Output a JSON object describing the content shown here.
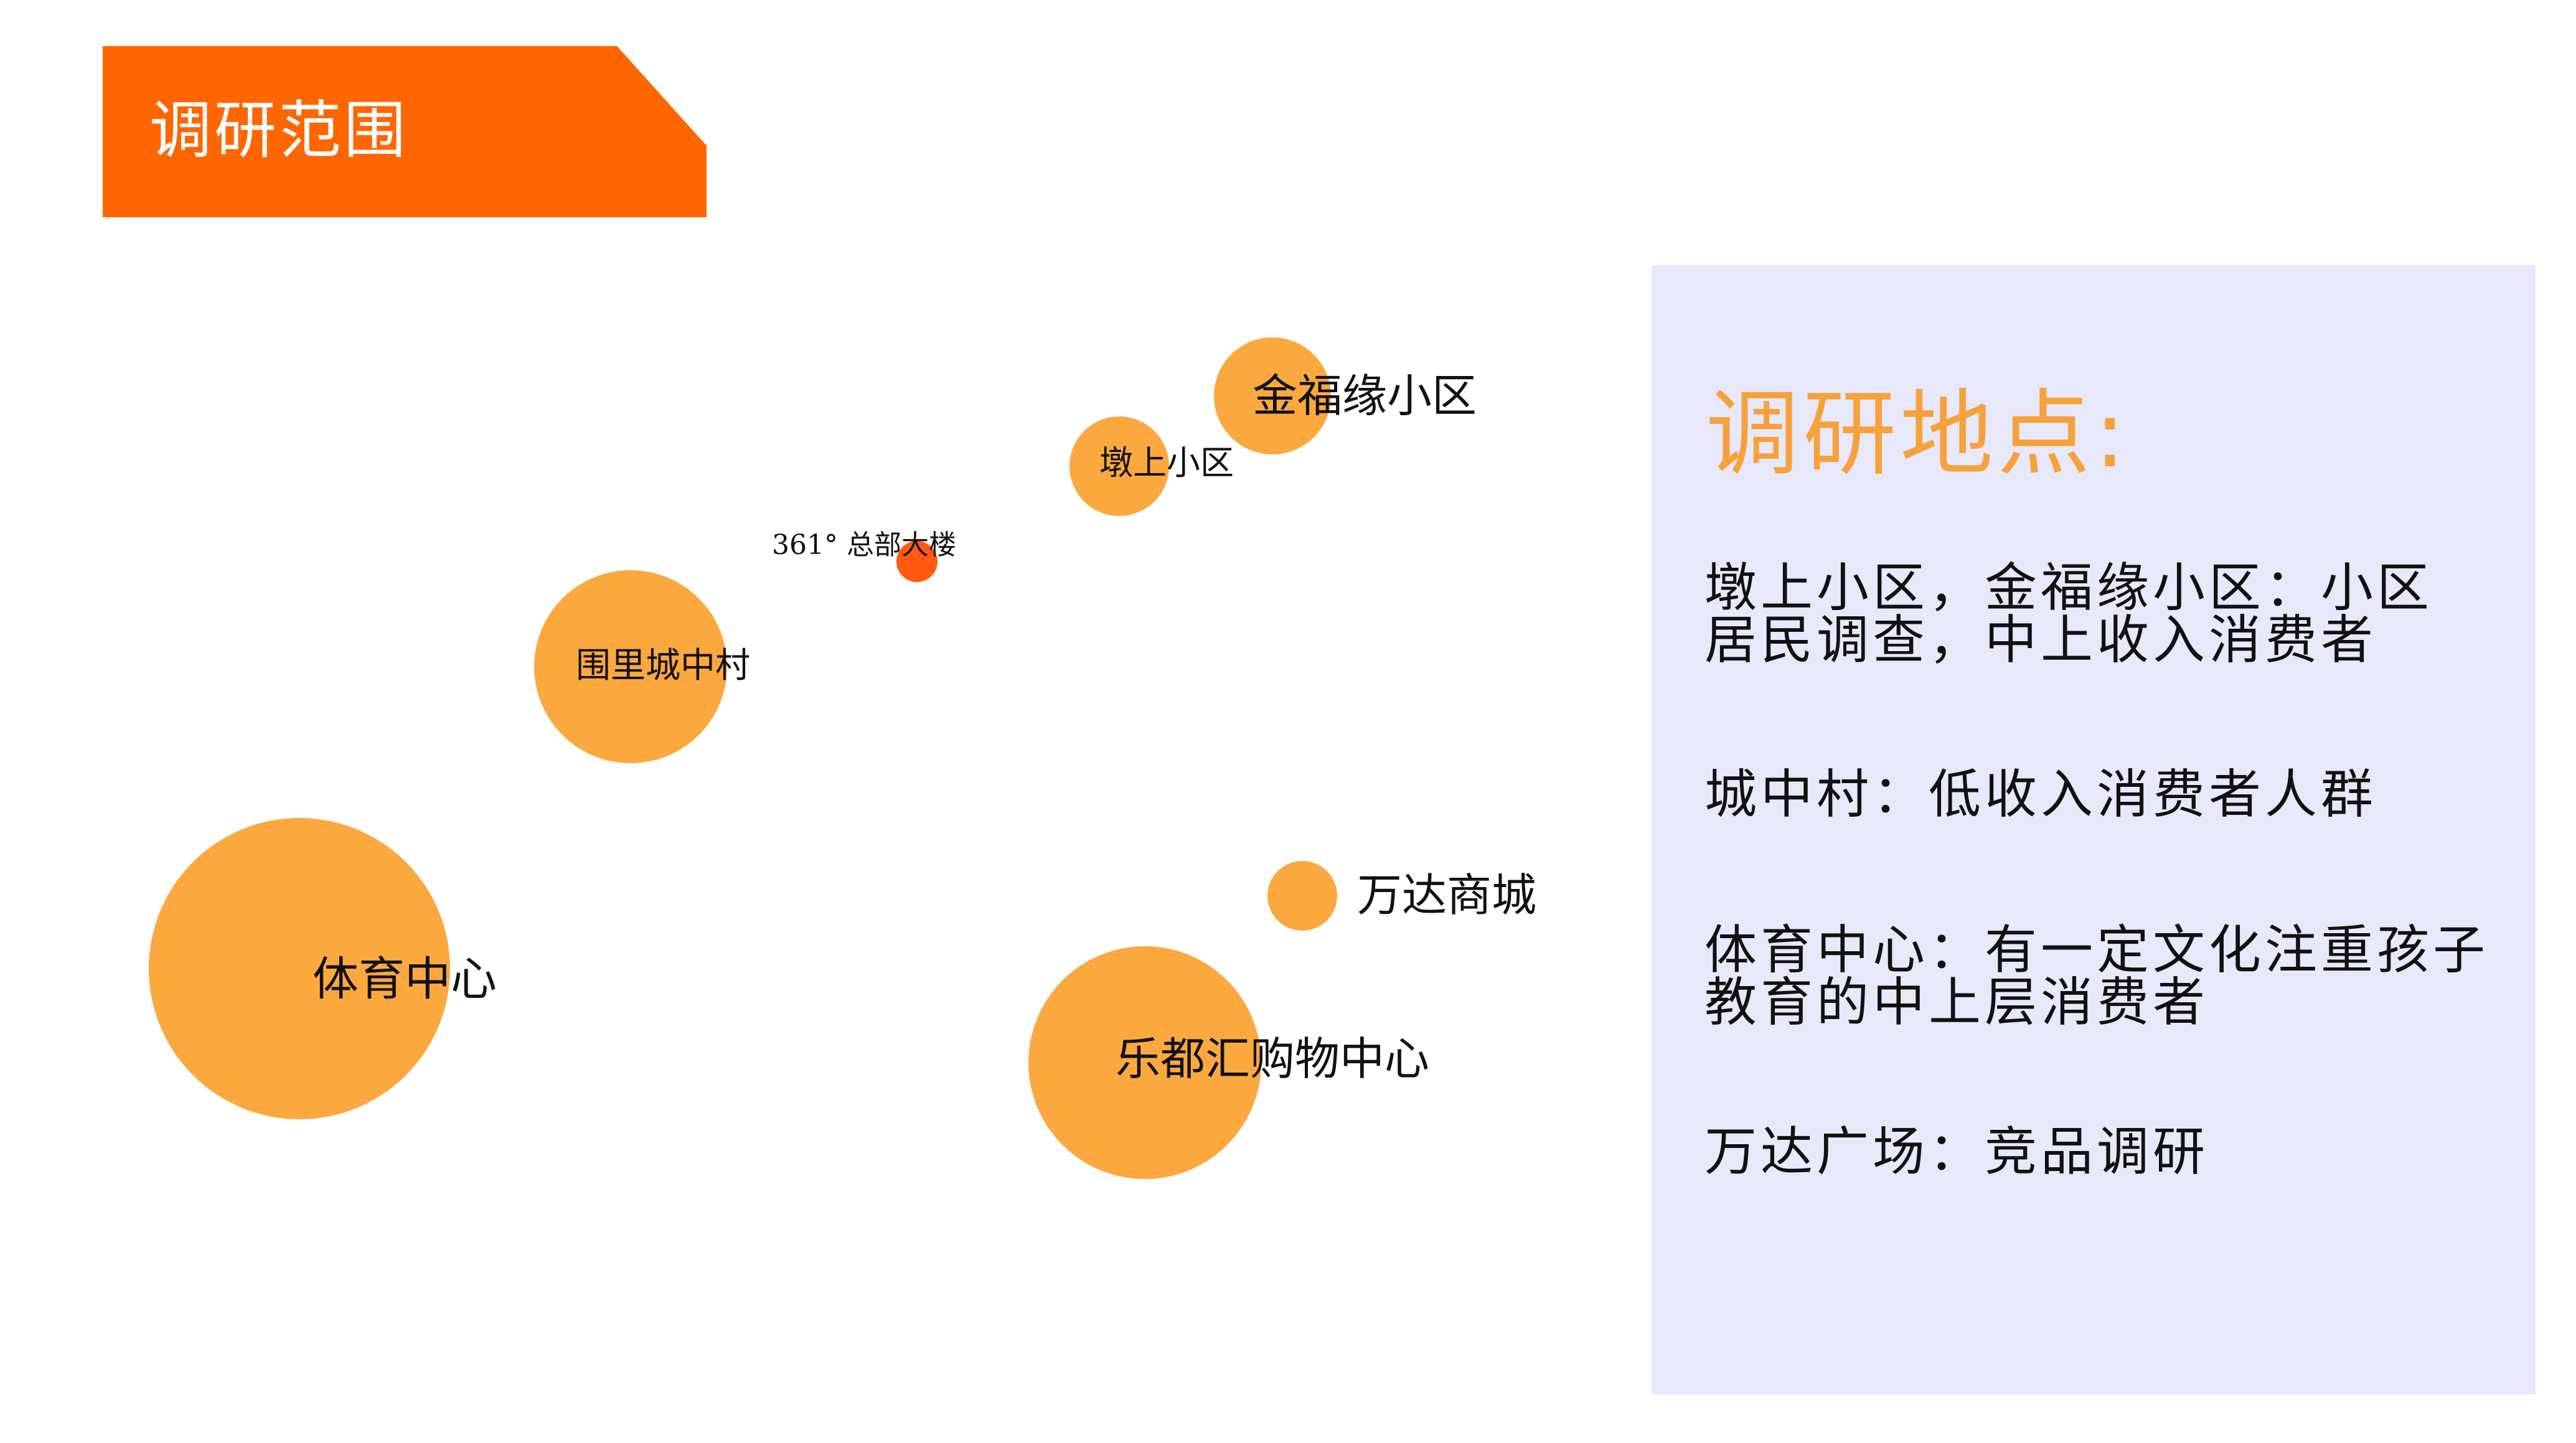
{
  "header": {
    "title": "调研范围"
  },
  "colors": {
    "banner": "#FF6600",
    "bubble": "#FBA83F",
    "hq": "#FF5A10",
    "panel": "#E8E8FB",
    "heading": "#F7A13B"
  },
  "map": {
    "locations": [
      {
        "label": "金福缘小区"
      },
      {
        "label": "墩上小区"
      },
      {
        "label": "361° 总部大楼"
      },
      {
        "label": "围里城中村"
      },
      {
        "label": "万达商城"
      },
      {
        "label": "体育中心"
      },
      {
        "label": "乐都汇购物中心"
      }
    ]
  },
  "info": {
    "heading": "调研地点:",
    "items": [
      "墩上小区，金福缘小区：小区\n居民调查，中上收入消费者",
      "城中村：低收入消费者人群",
      "体育中心：有一定文化注重孩子\n教育的中上层消费者",
      "万达广场：竞品调研"
    ]
  }
}
